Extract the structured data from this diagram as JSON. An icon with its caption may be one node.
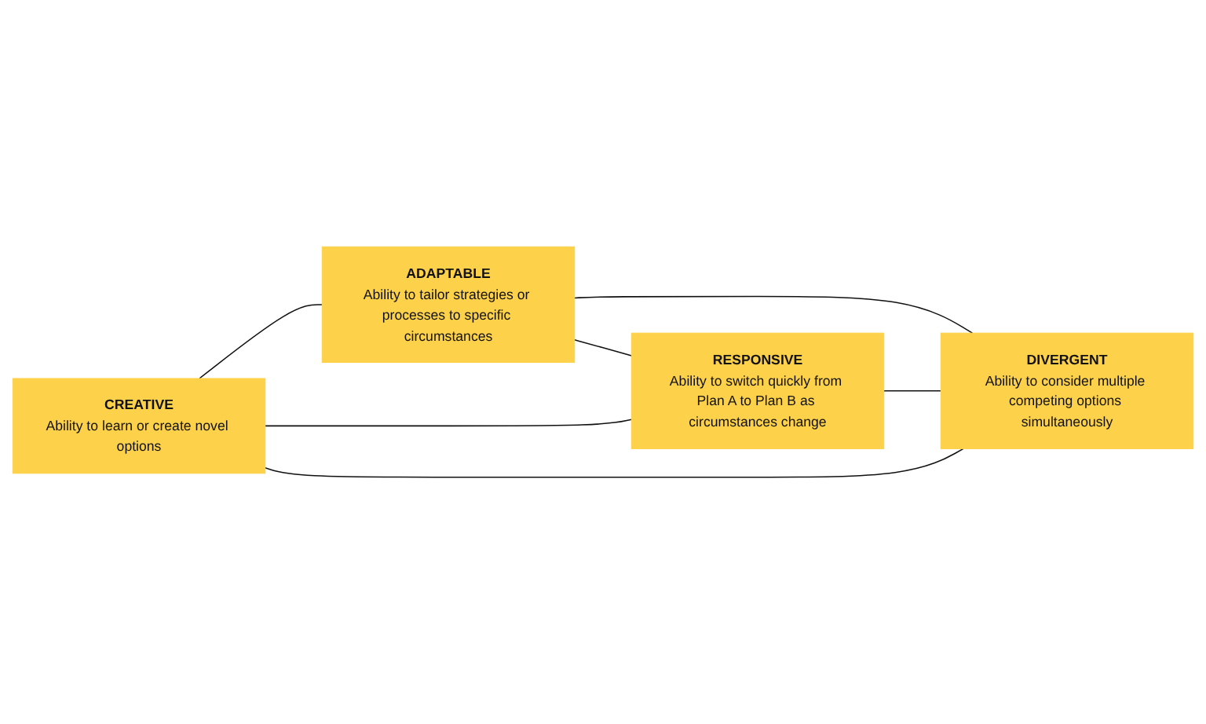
{
  "diagram": {
    "nodes": [
      {
        "text": [
          "CREATIVE",
          "Ability to learn or create novel options"
        ]
      },
      {
        "text": [
          "ADAPTABLE",
          "Ability to tailor strategies or processes to specific circumstances"
        ]
      },
      {
        "text": [
          "RESPONSIVE",
          "Ability to switch quickly from Plan A to Plan B as circumstances change"
        ]
      },
      {
        "text": [
          "DIVERGENT",
          "Ability to consider multiple competing options simultaneously"
        ]
      }
    ],
    "edges": [
      {
        "from": 0,
        "to": 1,
        "arrow": "none"
      },
      {
        "from": 0,
        "to": 2,
        "arrow": "none"
      },
      {
        "from": 1,
        "to": 3,
        "arrow": "none"
      },
      {
        "from": 2,
        "to": 3,
        "arrow": "none"
      },
      {
        "from": 0,
        "to": 3,
        "arrow": "none"
      },
      {
        "from": 1,
        "to": 2,
        "arrow": "none"
      }
    ]
  }
}
